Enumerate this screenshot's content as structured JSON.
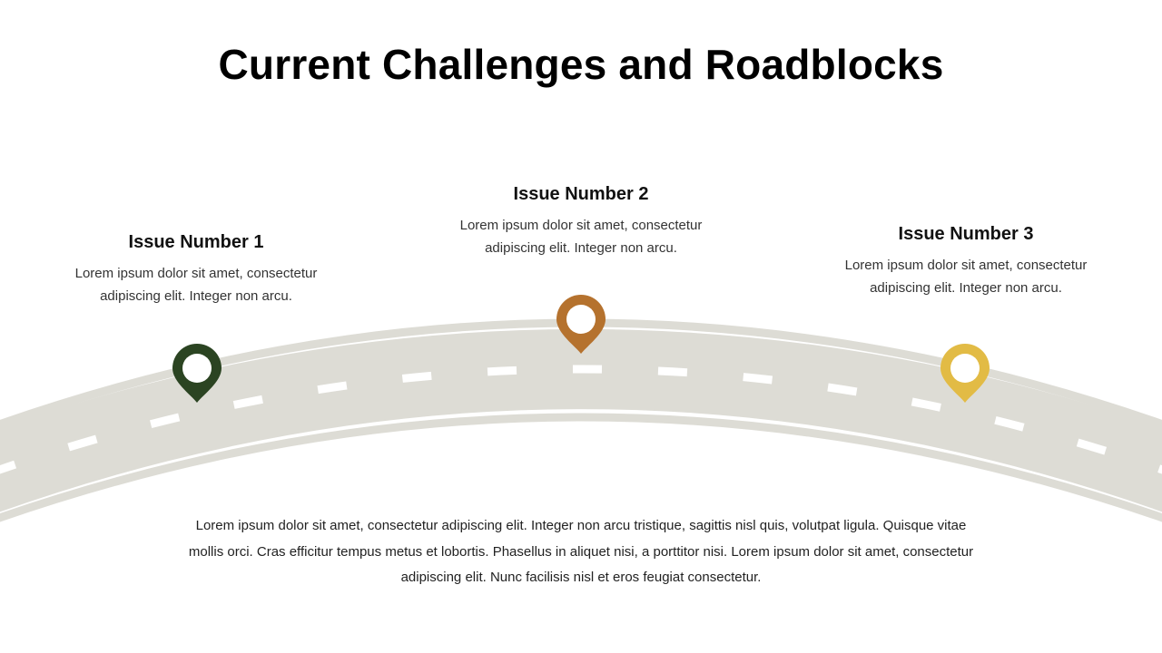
{
  "title": "Current Challenges and Roadblocks",
  "issues": [
    {
      "title": "Issue Number 1",
      "description": "Lorem ipsum dolor sit amet, consectetur adipiscing elit. Integer non arcu.",
      "color": "#2b4422"
    },
    {
      "title": "Issue Number 2",
      "description": "Lorem ipsum dolor sit amet, consectetur adipiscing elit. Integer non arcu.",
      "color": "#b5722e"
    },
    {
      "title": "Issue Number 3",
      "description": "Lorem ipsum dolor sit amet, consectetur adipiscing elit. Integer non arcu.",
      "color": "#e2bb45"
    }
  ],
  "summary": "Lorem ipsum dolor sit amet, consectetur adipiscing elit. Integer non arcu tristique, sagittis nisl quis, volutpat ligula. Quisque vitae mollis orci. Cras efficitur tempus metus et lobortis. Phasellus in aliquet nisi, a porttitor nisi. Lorem ipsum dolor sit amet, consectetur adipiscing elit. Nunc facilisis nisl et eros feugiat consectetur.",
  "colors": {
    "road": "#dddcd5",
    "lane_marks": "#ffffff",
    "pin_center": "#ffffff"
  },
  "icons": {
    "pin": "map-pin-icon"
  }
}
